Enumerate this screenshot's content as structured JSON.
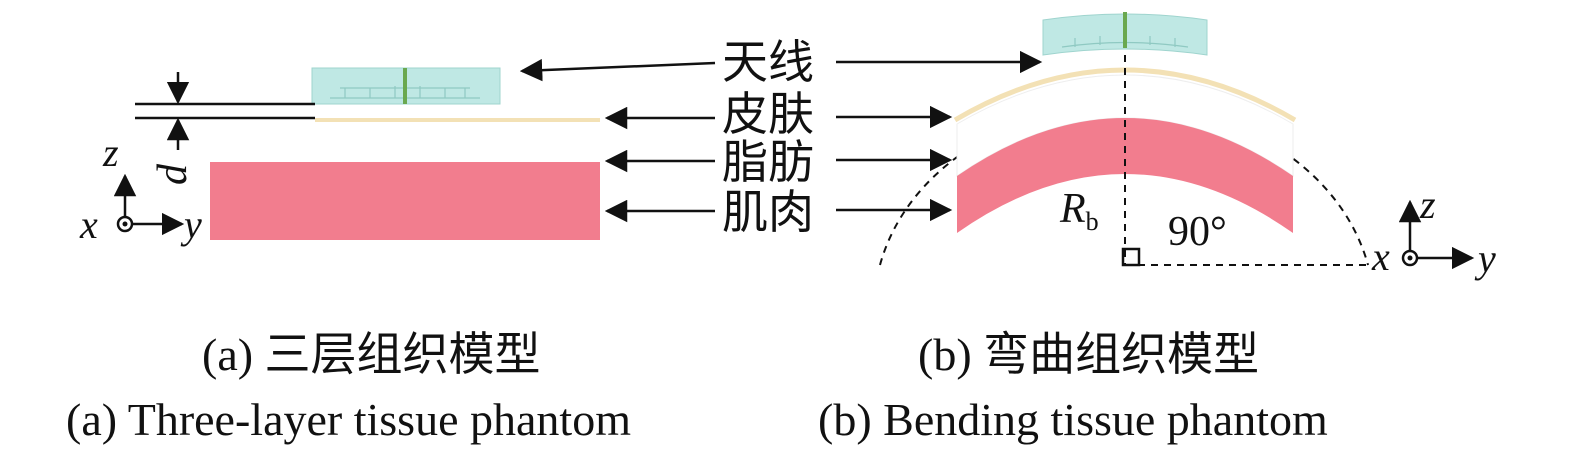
{
  "labels": {
    "antenna": "天线",
    "skin": "皮肤",
    "fat": "脂肪",
    "muscle": "肌肉"
  },
  "panel_a": {
    "axis_z": "z",
    "axis_x": "x",
    "axis_y": "y",
    "dim_d": "d",
    "caption_cn": "(a) 三层组织模型",
    "caption_en": "(a) Three-layer tissue phantom"
  },
  "panel_b": {
    "radius_main": "R",
    "radius_sub": "b",
    "angle": "90°",
    "axis_z": "z",
    "axis_x": "x",
    "axis_y": "y",
    "caption_cn": "(b) 弯曲组织模型",
    "caption_en": "(b) Bending tissue phantom"
  },
  "colors": {
    "muscle": "#f27d8e",
    "skin": "#f3e1b5",
    "antenna": "#bfe8e4",
    "antenna_feed": "#6aa84f",
    "line": "#111111"
  }
}
